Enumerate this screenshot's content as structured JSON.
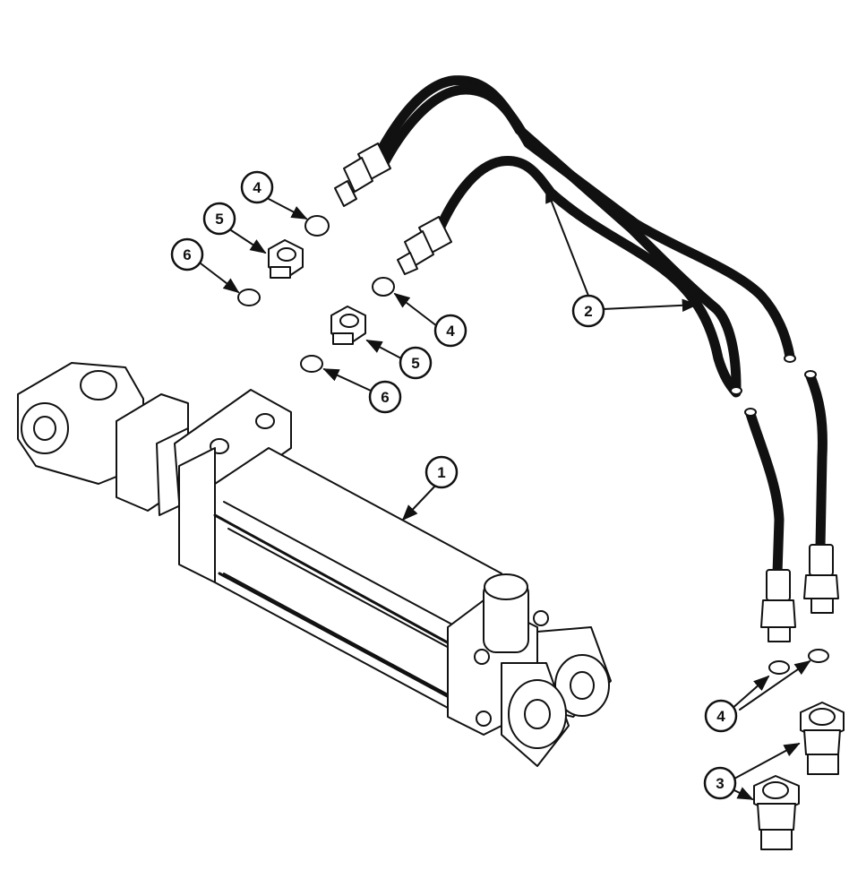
{
  "callouts": [
    {
      "id": "c1",
      "label": "1",
      "part": "hydraulic-cylinder"
    },
    {
      "id": "c2",
      "label": "2",
      "part": "hydraulic-hose"
    },
    {
      "id": "c3",
      "label": "3",
      "part": "quick-coupler"
    },
    {
      "id": "c4a",
      "label": "4",
      "part": "o-ring"
    },
    {
      "id": "c4b",
      "label": "4",
      "part": "o-ring"
    },
    {
      "id": "c4c",
      "label": "4",
      "part": "o-ring"
    },
    {
      "id": "c5a",
      "label": "5",
      "part": "adapter-fitting"
    },
    {
      "id": "c5b",
      "label": "5",
      "part": "adapter-fitting"
    },
    {
      "id": "c6a",
      "label": "6",
      "part": "o-ring"
    },
    {
      "id": "c6b",
      "label": "6",
      "part": "o-ring"
    }
  ],
  "colors": {
    "ink": "#111111",
    "paper": "#ffffff"
  }
}
